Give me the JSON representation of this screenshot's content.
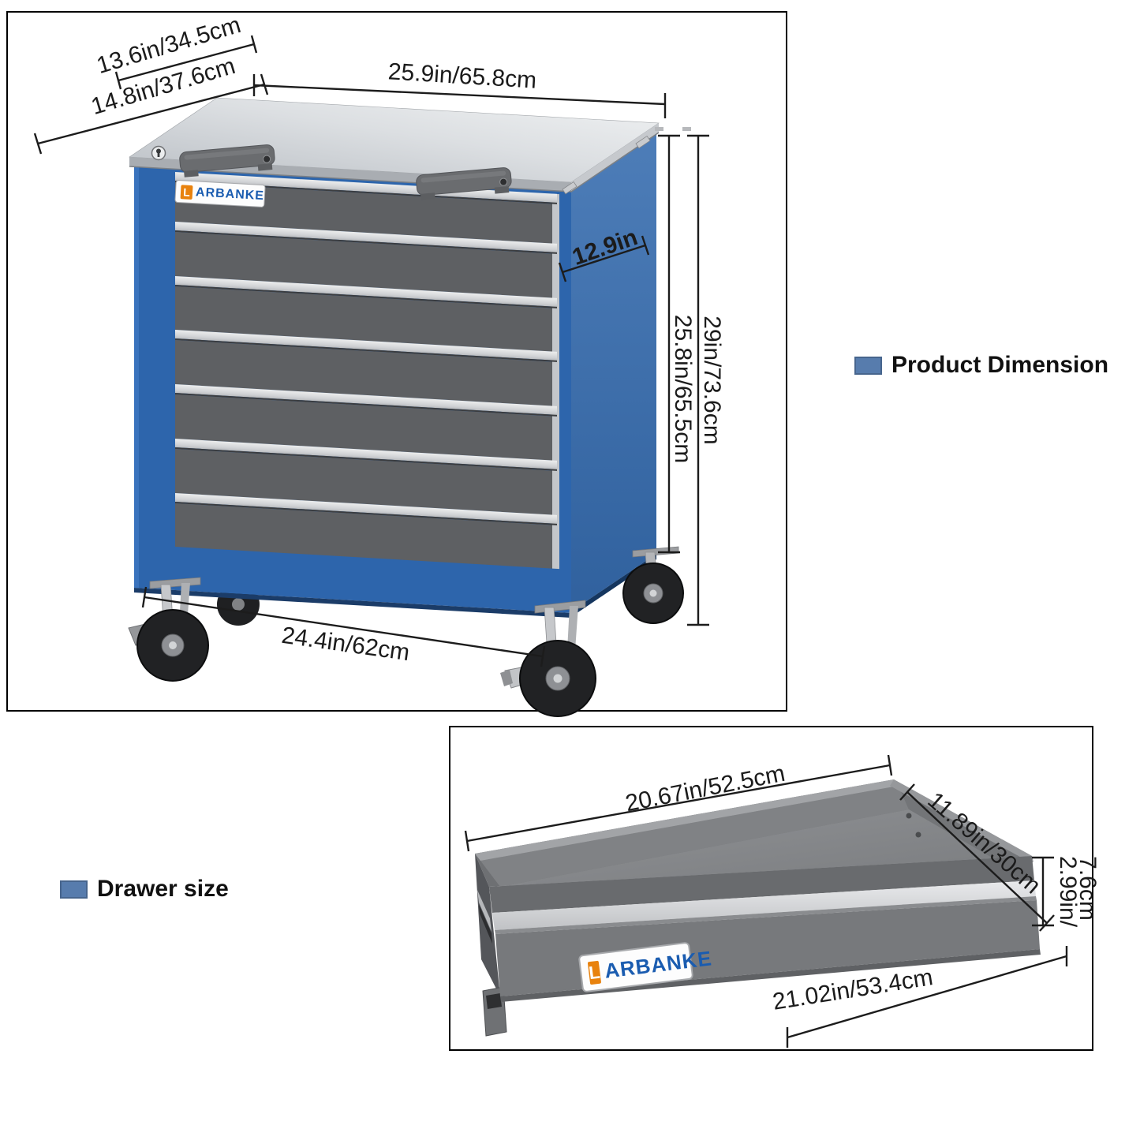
{
  "legends": {
    "product": "Product Dimension",
    "drawer": "Drawer size"
  },
  "brand": {
    "l": "L",
    "name": "ARBANKE"
  },
  "cabinet_dims": {
    "top_depth": "13.6in/34.5cm",
    "top_depth_outer": "14.8in/37.6cm",
    "top_width": "25.9in/65.8cm",
    "side_depth": "12.9in",
    "height_total": "29in/73.6cm",
    "height_body": "25.8in/65.5cm",
    "bottom_width": "24.4in/62cm"
  },
  "drawer_dims": {
    "inner_length": "20.67in/52.5cm",
    "inner_depth": "11.89in/30cm",
    "height_line1": "2.99in/",
    "height_line2": "7.6cm",
    "outer_length": "21.02in/53.4cm"
  },
  "colors": {
    "accent_blue": "#2d65ac",
    "legend_blue": "#577cad",
    "steel": "#c9ced3",
    "drawer_gray": "#77797c"
  }
}
